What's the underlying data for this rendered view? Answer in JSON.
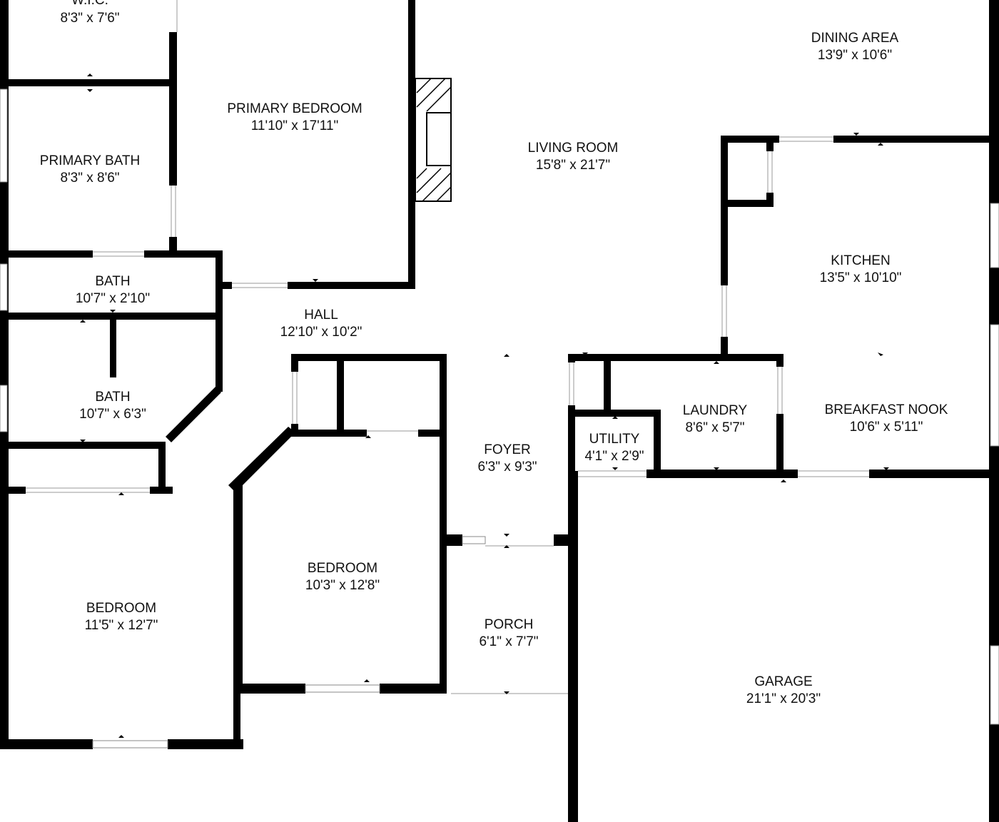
{
  "rooms": {
    "wic": {
      "name": "W.I.C.",
      "dims": "8'3\" x 7'6\""
    },
    "primary_bath": {
      "name": "PRIMARY BATH",
      "dims": "8'3\" x 8'6\""
    },
    "primary_bedroom": {
      "name": "PRIMARY BEDROOM",
      "dims": "11'10\" x 17'11\""
    },
    "living_room": {
      "name": "LIVING ROOM",
      "dims": "15'8\" x 21'7\""
    },
    "dining_area": {
      "name": "DINING AREA",
      "dims": "13'9\" x 10'6\""
    },
    "kitchen": {
      "name": "KITCHEN",
      "dims": "13'5\" x 10'10\""
    },
    "bath_small": {
      "name": "BATH",
      "dims": "10'7\" x 2'10\""
    },
    "hall": {
      "name": "HALL",
      "dims": "12'10\" x 10'2\""
    },
    "bath": {
      "name": "BATH",
      "dims": "10'7\" x 6'3\""
    },
    "laundry": {
      "name": "LAUNDRY",
      "dims": "8'6\" x 5'7\""
    },
    "breakfast_nook": {
      "name": "BREAKFAST NOOK",
      "dims": "10'6\" x 5'11\""
    },
    "utility": {
      "name": "UTILITY",
      "dims": "4'1\" x 2'9\""
    },
    "foyer": {
      "name": "FOYER",
      "dims": "6'3\" x 9'3\""
    },
    "bedroom_center": {
      "name": "BEDROOM",
      "dims": "10'3\" x 12'8\""
    },
    "bedroom_left": {
      "name": "BEDROOM",
      "dims": "11'5\" x 12'7\""
    },
    "porch": {
      "name": "PORCH",
      "dims": "6'1\" x 7'7\""
    },
    "garage": {
      "name": "GARAGE",
      "dims": "21'1\" x 20'3\""
    }
  },
  "colors": {
    "wall": "#000000",
    "background": "#ffffff",
    "window": "#888888"
  }
}
